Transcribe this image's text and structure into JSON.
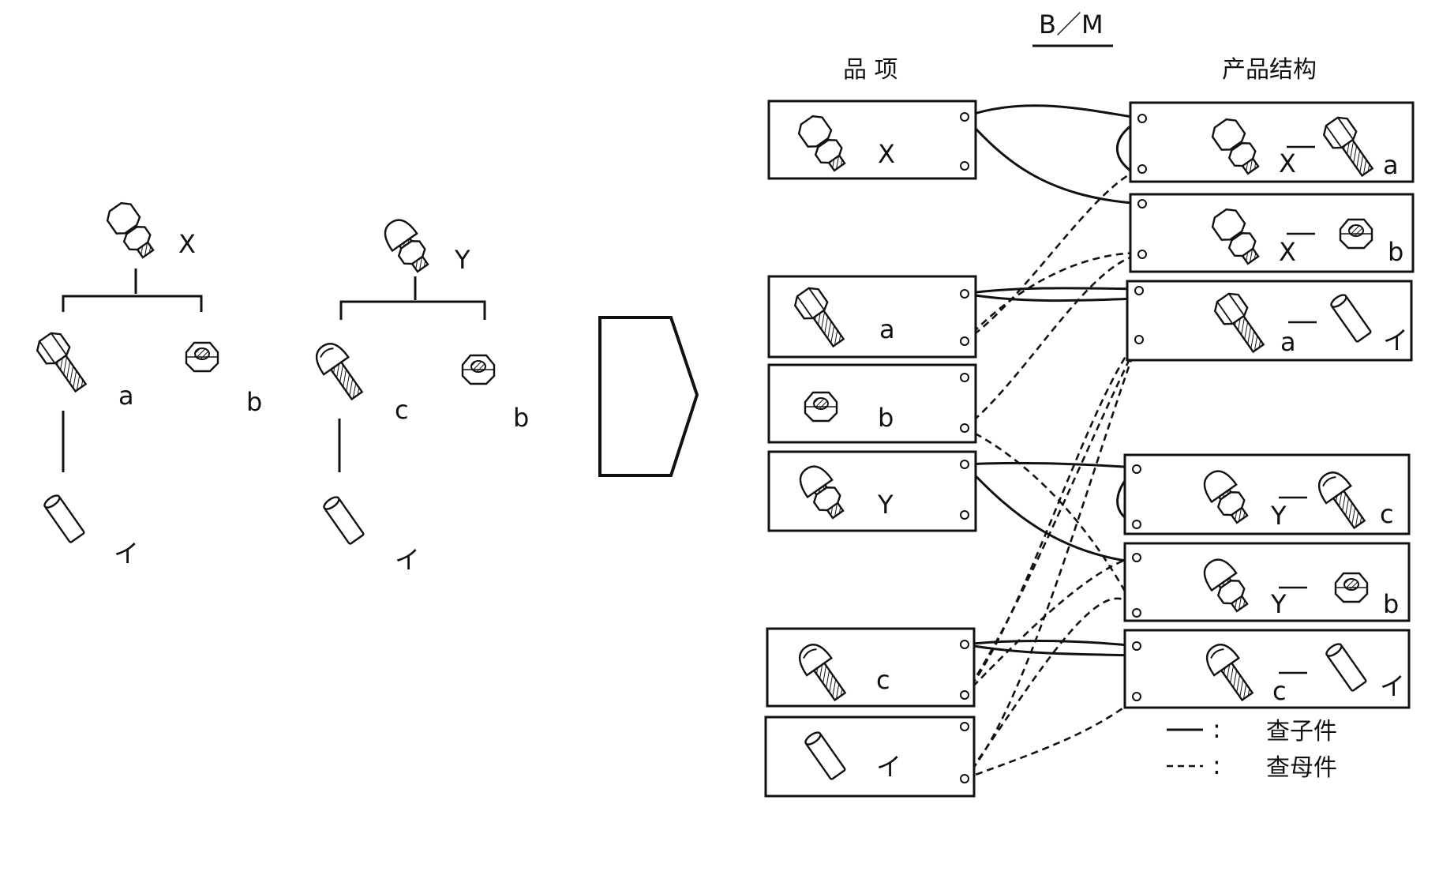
{
  "title": "B／M",
  "columns": {
    "items": "品 项",
    "structure": "产品结构"
  },
  "trees": [
    {
      "parent": "X",
      "children": [
        "a",
        "b"
      ],
      "grandchild": "イ"
    },
    {
      "parent": "Y",
      "children": [
        "c",
        "b"
      ],
      "grandchild": "イ"
    }
  ],
  "items": [
    {
      "label": "X",
      "icon": "bolt-with-nut-icon"
    },
    {
      "label": "a",
      "icon": "hex-bolt-icon"
    },
    {
      "label": "b",
      "icon": "hex-nut-icon"
    },
    {
      "label": "Y",
      "icon": "round-head-bolt-with-nut-icon"
    },
    {
      "label": "c",
      "icon": "round-head-bolt-icon"
    },
    {
      "label": "イ",
      "icon": "pin-icon"
    }
  ],
  "structures": [
    {
      "parent": "X",
      "child": "a"
    },
    {
      "parent": "X",
      "child": "b"
    },
    {
      "parent": "a",
      "child": "イ"
    },
    {
      "parent": "Y",
      "child": "c"
    },
    {
      "parent": "Y",
      "child": "b"
    },
    {
      "parent": "c",
      "child": "イ"
    }
  ],
  "legend": [
    {
      "style": "solid",
      "symbol": ":",
      "text": "查子件"
    },
    {
      "style": "dashed",
      "symbol": ":",
      "text": "查母件"
    }
  ]
}
